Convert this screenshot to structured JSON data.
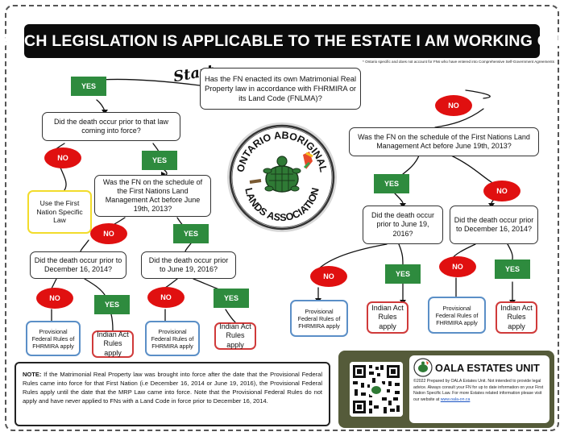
{
  "title": "WHICH LEGISLATION IS APPLICABLE TO THE ESTATE I AM WORKING ON?",
  "footnote": "* Ontario specific and does not account for FNs who have entered into Comprehensive Self-Government Agreements",
  "start_label": "Start",
  "q_root": "Has the FN enacted its own Matrimonial Real Property law in accordance with FHRMIRA or its Land Code (FNLMA)?",
  "q_death_prior_law": "Did the death occur prior to that law coming into force?",
  "q_schedule_left": "Was the FN on the schedule of the First Nations Land Management Act before June 19th, 2013?",
  "q_schedule_right": "Was the FN on the schedule of the First Nations Land Management Act before June 19th, 2013?",
  "q_dec16_left": "Did the death occur prior to December 16, 2014?",
  "q_jun19_left": "Did the death occur prior to June 19, 2016?",
  "q_jun19_right": "Did the death occur prior to June 19, 2016?",
  "q_dec16_right": "Did the death occur prior to December 16, 2014?",
  "yes": "YES",
  "no": "NO",
  "outcome_fn_law": "Use the First Nation Specific Law",
  "outcome_provisional": "Provisional Federal Rules of FHRMIRA apply",
  "outcome_indian_act": "Indian Act Rules apply",
  "logo_text": {
    "top": "ONTARIO ABORIGINAL",
    "bottom": "LANDS ASSOCIATION"
  },
  "note": {
    "label": "NOTE:",
    "text": "If the Matrimonial Real Property law was brought into force after the date that the Provisional Federal Rules came into force for that First Nation (i.e December 16, 2014 or June 19, 2016), the Provisional Federal Rules apply until the date that the MRP Law came into force. Note that the Provisional Federal Rules do not apply and have never applied to FNs with a Land Code in force prior to December 16, 2014."
  },
  "unit": {
    "title": "OALA ESTATES UNIT",
    "text": "©2022 Prepared by OALA Estates Unit. Not intended to provide legal advice. Always consult your FN for up to date information on your First Nation Specific Law. For more Estates related information please visit our website at",
    "link": "www.oala-on.ca"
  },
  "colors": {
    "yes": "#2e8b3e",
    "no": "#e01010",
    "provisional_border": "#5b8fc7",
    "indian_act_border": "#d03a3a",
    "fn_law_border": "#f2dc2b",
    "unit_bg": "#555b3a"
  }
}
